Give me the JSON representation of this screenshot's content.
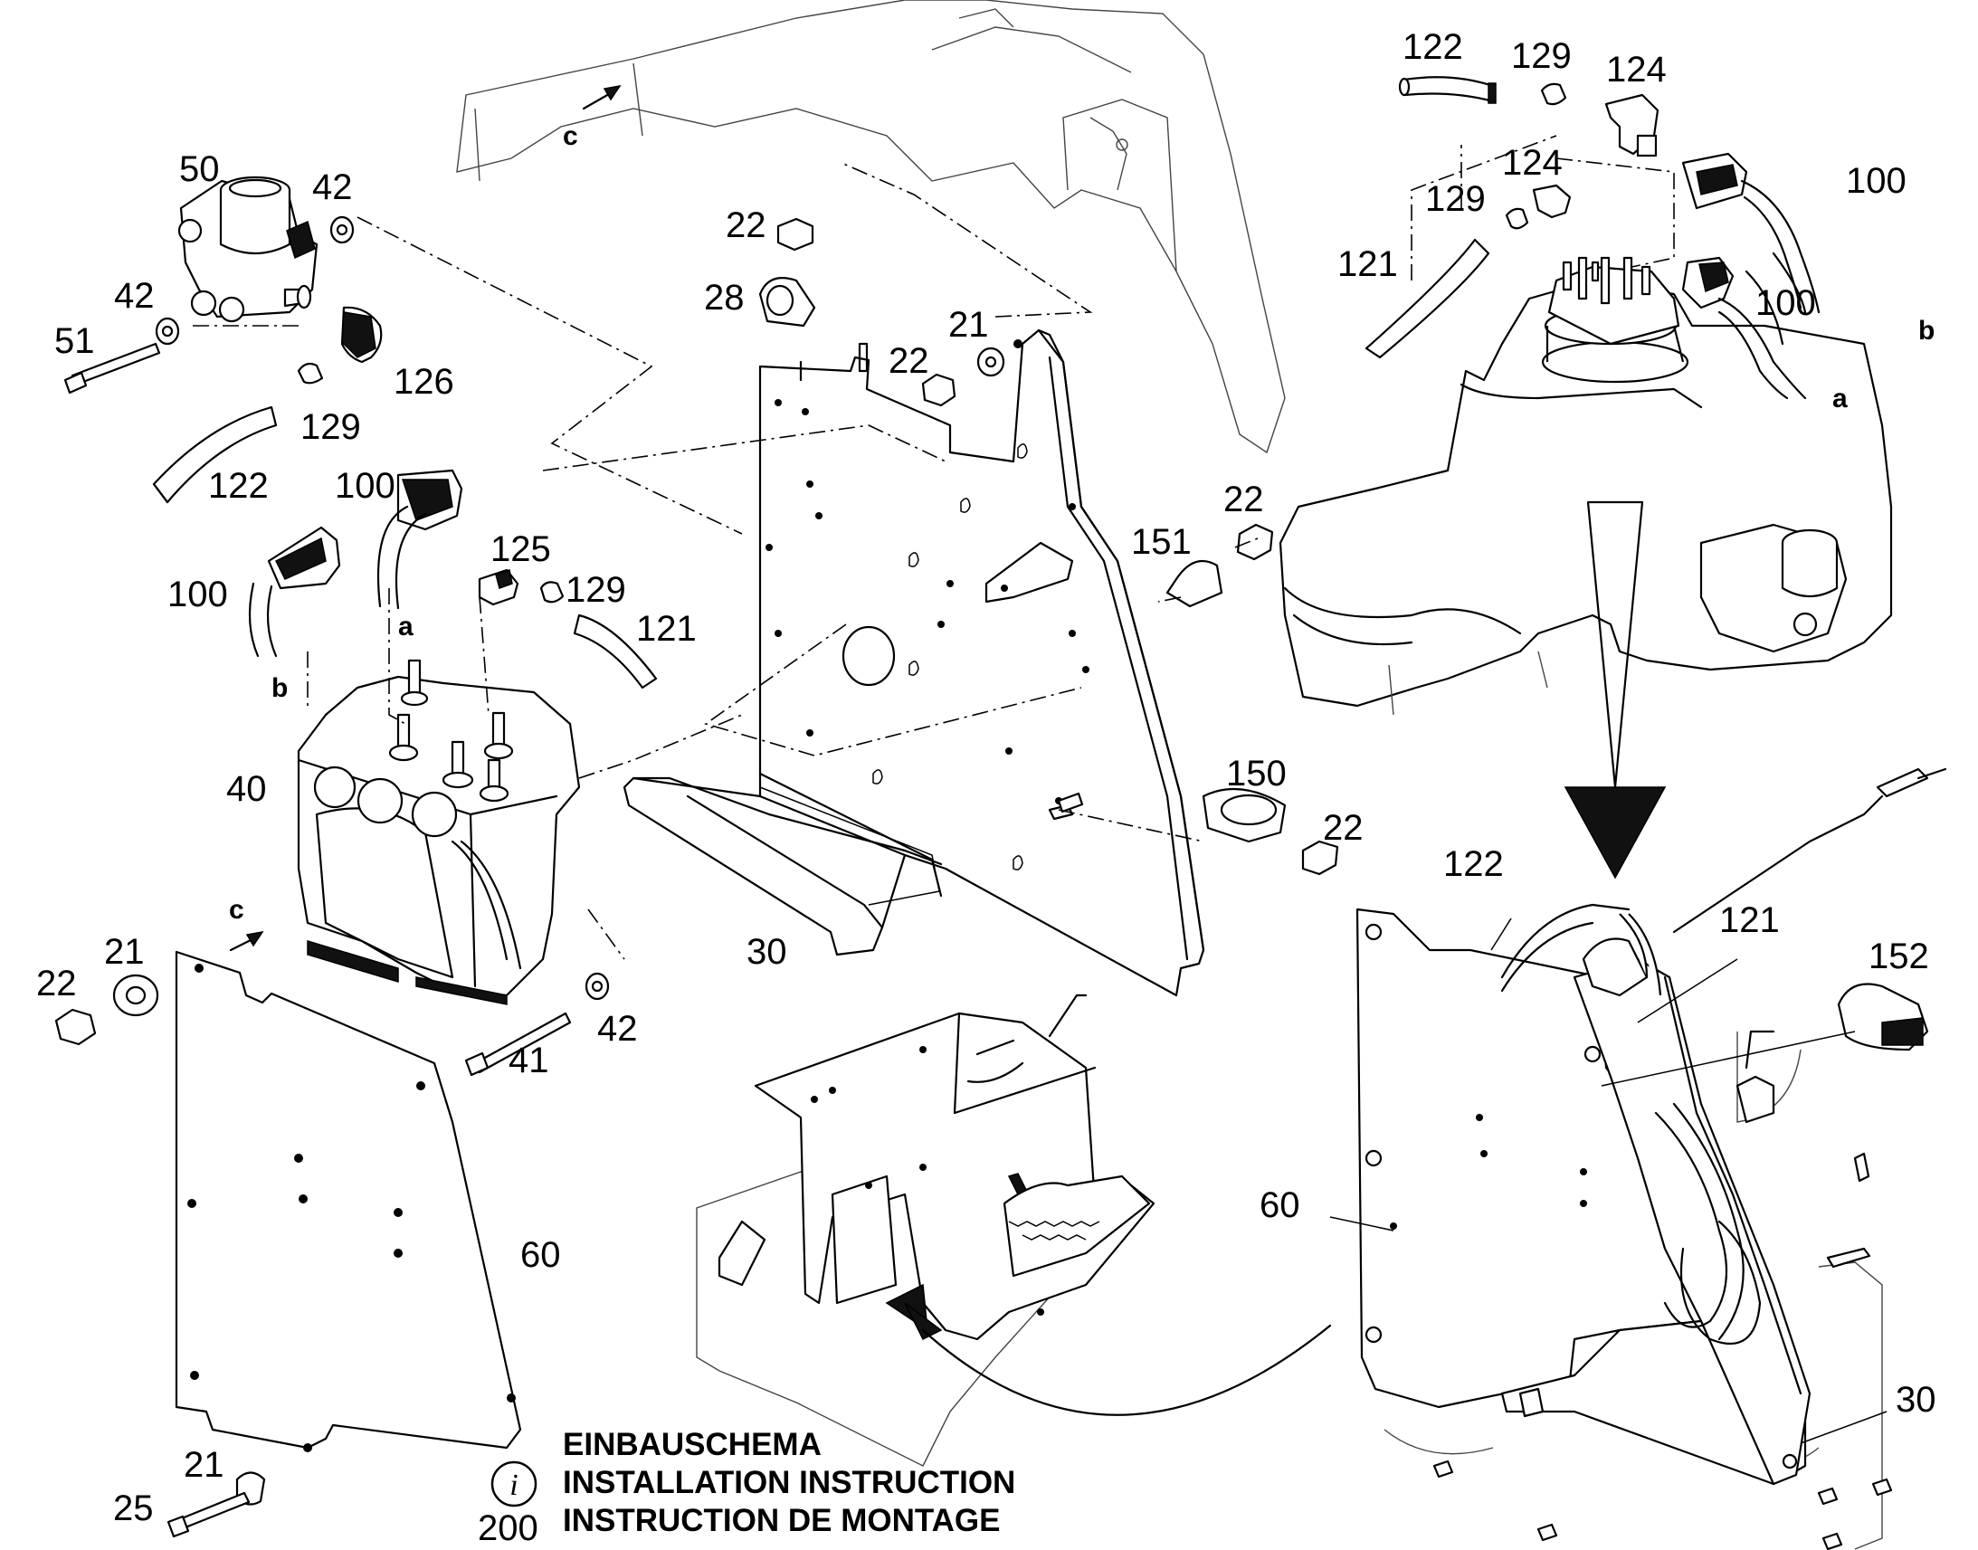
{
  "callouts": {
    "c50": "50",
    "c42a": "42",
    "c42b": "42",
    "c51": "51",
    "c126": "126",
    "c129a": "129",
    "c122a": "122",
    "c100a": "100",
    "c100b": "100",
    "c125": "125",
    "c129b": "129",
    "c121a": "121",
    "c40": "40",
    "c21a": "21",
    "c22a": "22",
    "c41": "41",
    "c42c": "42",
    "c60a": "60",
    "c21b": "21",
    "c25": "25",
    "c22b": "22",
    "c28": "28",
    "c21c": "21",
    "c22c": "22",
    "c151": "151",
    "c22d": "22",
    "c150": "150",
    "c22e": "22",
    "c30a": "30",
    "c122b": "122",
    "c129c": "129",
    "c124a": "124",
    "c124b": "124",
    "c129d": "129",
    "c121b": "121",
    "c100c": "100",
    "c100d": "100",
    "c122c": "122",
    "c121c": "121",
    "c152": "152",
    "c60b": "60",
    "c30b": "30"
  },
  "letters": {
    "c_top": "c",
    "c_bottom": "c",
    "a_left": "a",
    "b_left": "b",
    "a_right": "a",
    "b_right": "b"
  },
  "instruction": {
    "icon": "info-icon",
    "icon_glyph": "i",
    "number": "200",
    "line_de": "EINBAUSCHEMA",
    "line_en": "INSTALLATION INSTRUCTION",
    "line_fr": "INSTRUCTION DE MONTAGE"
  }
}
